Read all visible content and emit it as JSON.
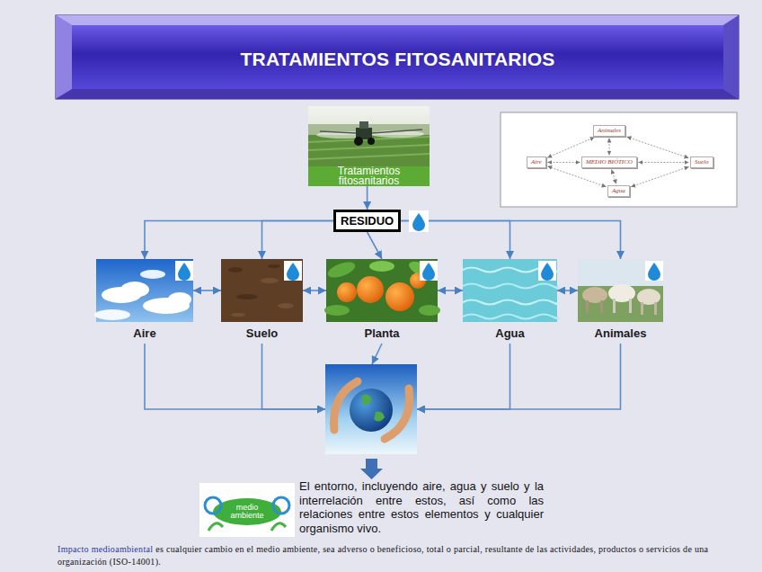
{
  "diagram": {
    "title": "TRATAMIENTOS FITOSANITARIOS",
    "nodes": [
      {
        "text": [
          "Tratamientos fitosanitarios"
        ]
      },
      {
        "text": [
          "RESIDUO"
        ]
      },
      {
        "text": [
          "Aire"
        ]
      },
      {
        "text": [
          "Suelo"
        ]
      },
      {
        "text": [
          "Planta"
        ]
      },
      {
        "text": [
          "Agua"
        ]
      },
      {
        "text": [
          "Animales"
        ]
      },
      {
        "text": [
          "El entorno, incluyendo aire, agua y suelo y la interrelación entre estos, así como las relaciones entre estos elementos y cualquier organismo vivo."
        ]
      },
      {
        "text": [
          "Animales"
        ]
      },
      {
        "text": [
          "Aire"
        ]
      },
      {
        "text": [
          "MEDIO BIÓTICO"
        ]
      },
      {
        "text": [
          "Suelo"
        ]
      },
      {
        "text": [
          "Agua"
        ]
      }
    ],
    "edges": [
      {
        "from": 0,
        "to": 1,
        "arrow": "to"
      },
      {
        "from": 1,
        "to": 2,
        "arrow": "to"
      },
      {
        "from": 1,
        "to": 3,
        "arrow": "to"
      },
      {
        "from": 1,
        "to": 4,
        "arrow": "to"
      },
      {
        "from": 1,
        "to": 5,
        "arrow": "to"
      },
      {
        "from": 1,
        "to": 6,
        "arrow": "to"
      },
      {
        "from": 2,
        "to": 3,
        "arrow": "both"
      },
      {
        "from": 3,
        "to": 4,
        "arrow": "both"
      },
      {
        "from": 4,
        "to": 5,
        "arrow": "both"
      },
      {
        "from": 5,
        "to": 6,
        "arrow": "both"
      },
      {
        "from": 2,
        "to": 7,
        "arrow": "to"
      },
      {
        "from": 3,
        "to": 7,
        "arrow": "to"
      },
      {
        "from": 4,
        "to": 7,
        "arrow": "to"
      },
      {
        "from": 5,
        "to": 7,
        "arrow": "to"
      },
      {
        "from": 6,
        "to": 7,
        "arrow": "to"
      },
      {
        "from": 10,
        "to": 8,
        "arrow": "both"
      },
      {
        "from": 10,
        "to": 9,
        "arrow": "both"
      },
      {
        "from": 10,
        "to": 11,
        "arrow": "both"
      },
      {
        "from": 10,
        "to": 12,
        "arrow": "both"
      },
      {
        "from": 9,
        "to": 8,
        "arrow": "both"
      },
      {
        "from": 8,
        "to": 11,
        "arrow": "both"
      },
      {
        "from": 11,
        "to": 12,
        "arrow": "both"
      },
      {
        "from": 12,
        "to": 9,
        "arrow": "both"
      }
    ],
    "labels": [
      "medio ambiente",
      "Impacto medioambiental",
      "es cualquier cambio en el medio ambiente, sea adverso o beneficioso, total o parcial, resultante de las actividades, productos o servicios de una organización (ISO-14001)."
    ]
  }
}
